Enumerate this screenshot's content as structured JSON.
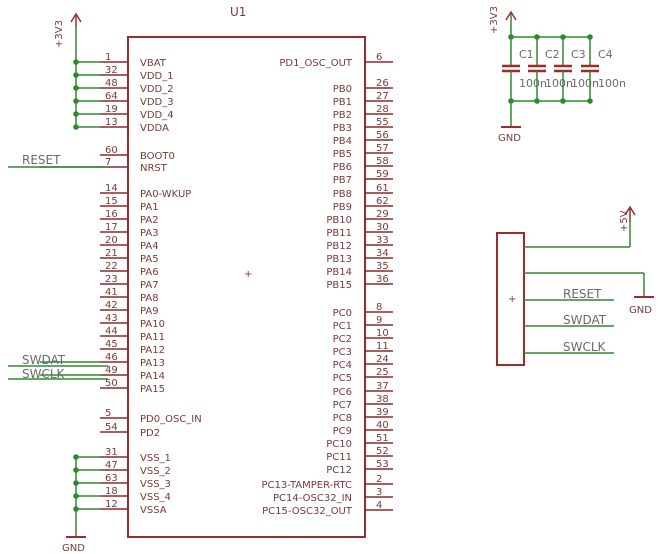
{
  "colors": {
    "body": "#9a2c2c",
    "pin": "#8a2a2a",
    "wire": "#2f8a2f",
    "junction": "#2f8a2f",
    "text": "#6a6a6a",
    "netlabel": "#6a6a6a"
  },
  "chip": {
    "name": "U1",
    "left_pins": [
      {
        "num": "1",
        "name": "VBAT"
      },
      {
        "num": "32",
        "name": "VDD_1"
      },
      {
        "num": "48",
        "name": "VDD_2"
      },
      {
        "num": "64",
        "name": "VDD_3"
      },
      {
        "num": "19",
        "name": "VDD_4"
      },
      {
        "num": "13",
        "name": "VDDA"
      },
      {
        "num": "60",
        "name": "BOOT0"
      },
      {
        "num": "7",
        "name": "NRST"
      },
      {
        "num": "14",
        "name": "PA0-WKUP"
      },
      {
        "num": "15",
        "name": "PA1"
      },
      {
        "num": "16",
        "name": "PA2"
      },
      {
        "num": "17",
        "name": "PA3"
      },
      {
        "num": "20",
        "name": "PA4"
      },
      {
        "num": "21",
        "name": "PA5"
      },
      {
        "num": "22",
        "name": "PA6"
      },
      {
        "num": "23",
        "name": "PA7"
      },
      {
        "num": "41",
        "name": "PA8"
      },
      {
        "num": "42",
        "name": "PA9"
      },
      {
        "num": "43",
        "name": "PA10"
      },
      {
        "num": "44",
        "name": "PA11"
      },
      {
        "num": "45",
        "name": "PA12"
      },
      {
        "num": "46",
        "name": "PA13"
      },
      {
        "num": "49",
        "name": "PA14"
      },
      {
        "num": "50",
        "name": "PA15"
      },
      {
        "num": "5",
        "name": "PD0_OSC_IN"
      },
      {
        "num": "54",
        "name": "PD2"
      },
      {
        "num": "31",
        "name": "VSS_1"
      },
      {
        "num": "47",
        "name": "VSS_2"
      },
      {
        "num": "63",
        "name": "VSS_3"
      },
      {
        "num": "18",
        "name": "VSS_4"
      },
      {
        "num": "12",
        "name": "VSSA"
      }
    ],
    "right_pins": [
      {
        "num": "6",
        "name": "PD1_OSC_OUT"
      },
      {
        "num": "26",
        "name": "PB0"
      },
      {
        "num": "27",
        "name": "PB1"
      },
      {
        "num": "28",
        "name": "PB2"
      },
      {
        "num": "55",
        "name": "PB3"
      },
      {
        "num": "56",
        "name": "PB4"
      },
      {
        "num": "57",
        "name": "PB5"
      },
      {
        "num": "58",
        "name": "PB6"
      },
      {
        "num": "59",
        "name": "PB7"
      },
      {
        "num": "61",
        "name": "PB8"
      },
      {
        "num": "62",
        "name": "PB9"
      },
      {
        "num": "29",
        "name": "PB10"
      },
      {
        "num": "30",
        "name": "PB11"
      },
      {
        "num": "33",
        "name": "PB12"
      },
      {
        "num": "34",
        "name": "PB13"
      },
      {
        "num": "35",
        "name": "PB14"
      },
      {
        "num": "36",
        "name": "PB15"
      },
      {
        "num": "8",
        "name": "PC0"
      },
      {
        "num": "9",
        "name": "PC1"
      },
      {
        "num": "10",
        "name": "PC2"
      },
      {
        "num": "11",
        "name": "PC3"
      },
      {
        "num": "24",
        "name": "PC4"
      },
      {
        "num": "25",
        "name": "PC5"
      },
      {
        "num": "37",
        "name": "PC6"
      },
      {
        "num": "38",
        "name": "PC7"
      },
      {
        "num": "39",
        "name": "PC8"
      },
      {
        "num": "40",
        "name": "PC9"
      },
      {
        "num": "51",
        "name": "PC10"
      },
      {
        "num": "52",
        "name": "PC11"
      },
      {
        "num": "53",
        "name": "PC12"
      },
      {
        "num": "2",
        "name": "PC13-TAMPER-RTC"
      },
      {
        "num": "3",
        "name": "PC14-OSC32_IN"
      },
      {
        "num": "4",
        "name": "PC15-OSC32_OUT"
      }
    ]
  },
  "power": {
    "v3v3_chip": "+3V3",
    "gnd_chip": "GND",
    "v3v3_caps": "+3V3",
    "gnd_caps": "GND",
    "v5": "+5V",
    "gnd_conn": "GND"
  },
  "capacitors": [
    {
      "ref": "C1",
      "value": "100n"
    },
    {
      "ref": "C2",
      "value": "100n"
    },
    {
      "ref": "C3",
      "value": "100n"
    },
    {
      "ref": "C4",
      "value": "100n"
    }
  ],
  "netlabels": {
    "reset_left": "RESET",
    "swdat_left": "SWDAT",
    "swclk_left": "SWCLK",
    "reset_conn": "RESET",
    "swdat_conn": "SWDAT",
    "swclk_conn": "SWCLK"
  }
}
